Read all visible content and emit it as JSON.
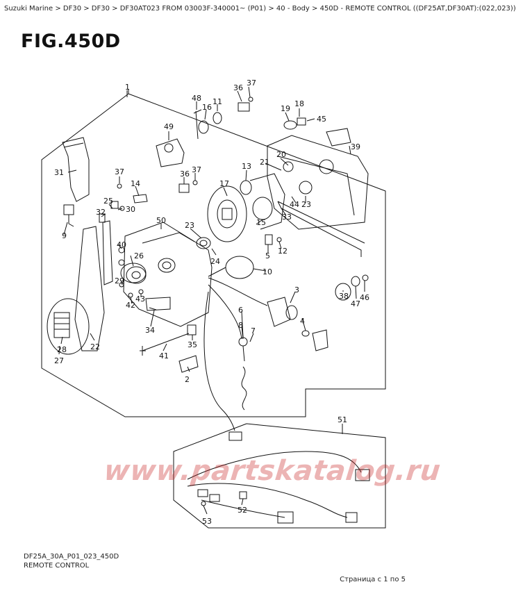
{
  "breadcrumb": "Suzuki Marine > DF30 > DF30 > DF30AT023 FROM 03003F-340001~ (P01) > 40 - Body > 450D - REMOTE CONTROL ((DF25AT,DF30AT):(022,023))",
  "figure_title": "FIG.450D",
  "callouts": [
    "1",
    "2",
    "3",
    "4",
    "5",
    "6",
    "7",
    "8",
    "9",
    "10",
    "11",
    "12",
    "13",
    "14",
    "15",
    "16",
    "17",
    "18",
    "19",
    "20",
    "21",
    "22",
    "23",
    "23",
    "24",
    "25",
    "26",
    "27",
    "28",
    "29",
    "30",
    "31",
    "32",
    "33",
    "34",
    "35",
    "36",
    "36",
    "37",
    "37",
    "37",
    "38",
    "39",
    "40",
    "41",
    "42",
    "43",
    "44",
    "45",
    "46",
    "47",
    "48",
    "49",
    "50",
    "51",
    "52",
    "53"
  ],
  "watermark": "www.partskatalog.ru",
  "footer": {
    "code": "DF25A_30A_P01_023_450D",
    "subtitle": "REMOTE CONTROL",
    "pager": "Страница с 1 по 5"
  },
  "colors": {
    "line": "#111111",
    "watermark": "#c82828"
  }
}
